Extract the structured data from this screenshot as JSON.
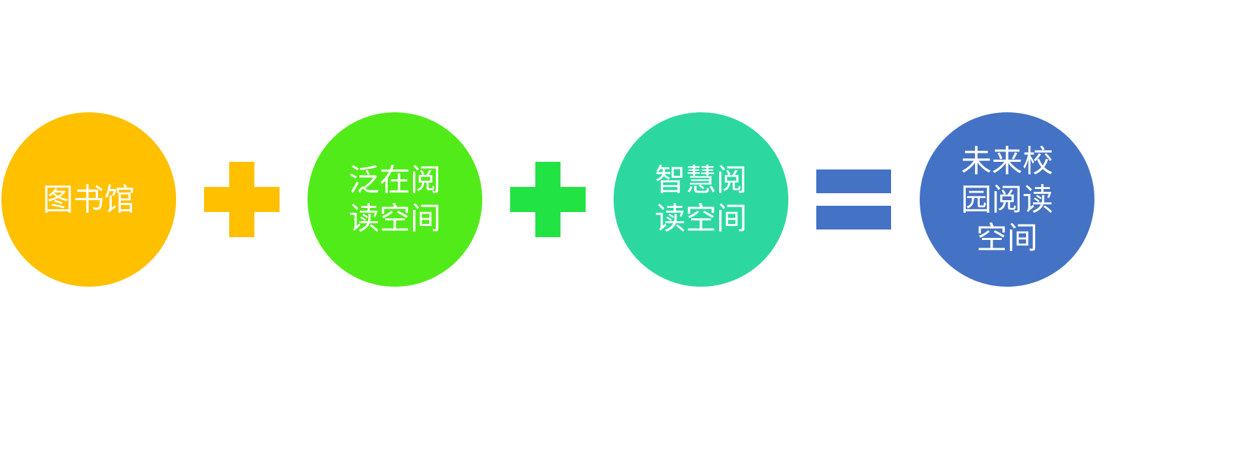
{
  "colors": {
    "library": "#FFC000",
    "plus1": "#FFC000",
    "pan_reading": "#52EB1A",
    "plus2": "#22E344",
    "smart_reading": "#2DD8A0",
    "equals": "#4472C4",
    "future": "#4472C4"
  },
  "items": [
    {
      "label": "图书馆"
    },
    {
      "label": "泛在阅读空间"
    },
    {
      "label": "智慧阅读空间"
    },
    {
      "label": "未来校园阅读空间"
    }
  ]
}
